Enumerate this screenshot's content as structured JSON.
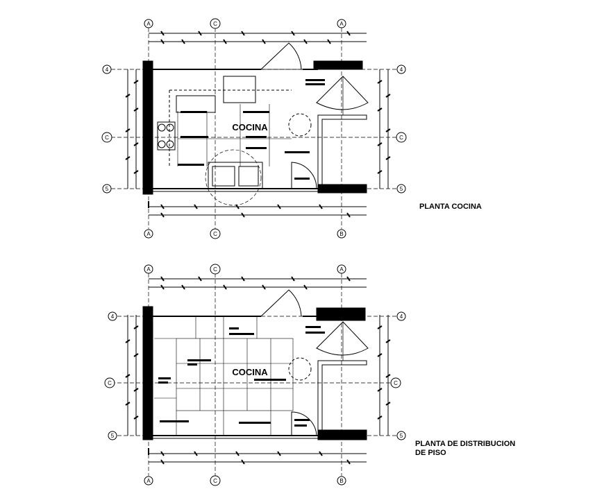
{
  "drawings": [
    {
      "id": "top",
      "room_label": "COCINA",
      "sheet_title_lines": [
        "PLANTA COCINA"
      ],
      "grid_top": [
        "A",
        "C",
        "A"
      ],
      "grid_bottom": [
        "A",
        "C",
        "B"
      ],
      "grid_left": [
        "4",
        "C",
        "5"
      ],
      "grid_right": [
        "4",
        "C",
        "5"
      ]
    },
    {
      "id": "bottom",
      "room_label": "COCINA",
      "sheet_title_lines": [
        "PLANTA DE DISTRIBUCION",
        "DE PISO"
      ],
      "grid_top": [
        "A",
        "C",
        "A"
      ],
      "grid_bottom": [
        "A",
        "C",
        "B"
      ],
      "grid_left": [
        "4",
        "C",
        "5"
      ],
      "grid_right": [
        "4",
        "C",
        "5"
      ]
    }
  ]
}
